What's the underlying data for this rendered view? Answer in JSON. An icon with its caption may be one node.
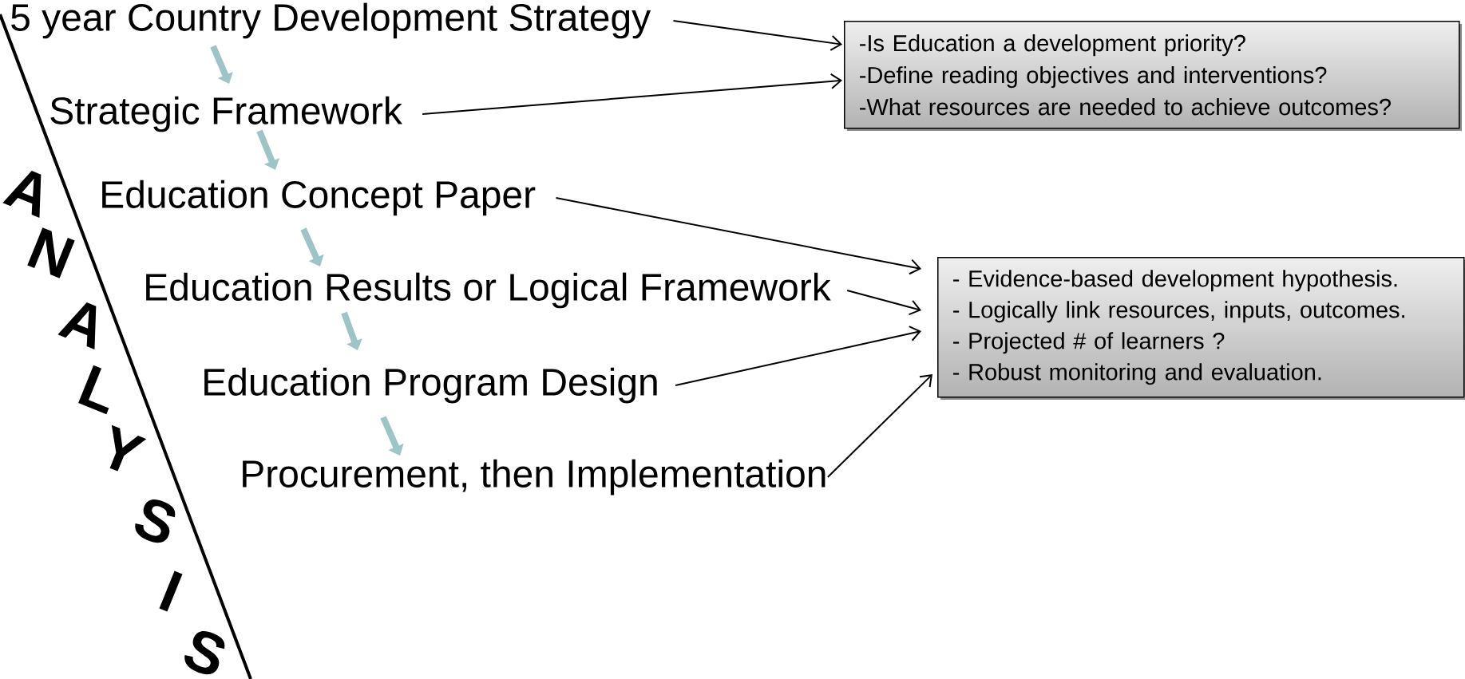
{
  "diagram": {
    "nodes": [
      {
        "text": [
          "5 year Country Development Strategy"
        ]
      },
      {
        "text": [
          "Strategic Framework"
        ]
      },
      {
        "text": [
          "Education Concept Paper"
        ]
      },
      {
        "text": [
          "Education Results or Logical Framework"
        ]
      },
      {
        "text": [
          "Education Program Design"
        ]
      },
      {
        "text": [
          "Procurement, then Implementation"
        ]
      },
      {
        "text": [
          "-Is Education a development priority?",
          "-Define reading objectives and interventions?",
          "-What resources are needed to achieve outcomes?"
        ]
      },
      {
        "text": [
          "- Evidence-based development hypothesis.",
          "- Logically link resources, inputs, outcomes.",
          "- Projected # of learners ?",
          "- Robust monitoring and evaluation."
        ]
      }
    ],
    "edges": [
      {
        "from": 0,
        "to": 1,
        "arrow": "to",
        "style": "thick",
        "color": "#9fc4c8"
      },
      {
        "from": 1,
        "to": 2,
        "arrow": "to",
        "style": "thick",
        "color": "#9fc4c8"
      },
      {
        "from": 2,
        "to": 3,
        "arrow": "to",
        "style": "thick",
        "color": "#9fc4c8"
      },
      {
        "from": 3,
        "to": 4,
        "arrow": "to",
        "style": "thick",
        "color": "#9fc4c8"
      },
      {
        "from": 4,
        "to": 5,
        "arrow": "to",
        "style": "thick",
        "color": "#9fc4c8"
      },
      {
        "from": 0,
        "to": 6,
        "arrow": "to"
      },
      {
        "from": 1,
        "to": 6,
        "arrow": "to"
      },
      {
        "from": 2,
        "to": 7,
        "arrow": "to"
      },
      {
        "from": 3,
        "to": 7,
        "arrow": "to"
      },
      {
        "from": 4,
        "to": 7,
        "arrow": "to"
      },
      {
        "from": 5,
        "to": 7,
        "arrow": "to"
      }
    ],
    "labels": [
      "A",
      "N",
      "A",
      "L",
      "Y",
      "S",
      "I",
      "S"
    ]
  }
}
